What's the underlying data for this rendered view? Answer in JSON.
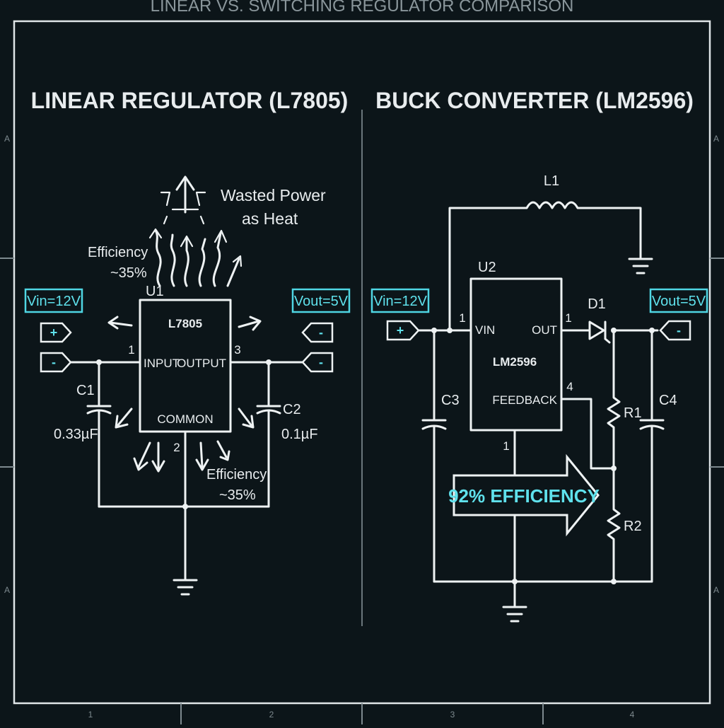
{
  "page_title": "LINEAR VS. SWITCHING REGULATOR COMPARISON",
  "border_marks": {
    "left": [
      "A",
      "A"
    ],
    "right": [
      "A",
      "A"
    ],
    "bottom": [
      "1",
      "2",
      "3",
      "4"
    ]
  },
  "linear": {
    "title": "LINEAR REGULATOR (L7805)",
    "ref": "U1",
    "part": "L7805",
    "pin_input": "INPUT",
    "pin_output": "OUTPUT",
    "pin_common": "COMMON",
    "pin_num_input": "1",
    "pin_num_output": "3",
    "pin_num_common": "2",
    "vin_label": "Vin=12V",
    "vout_label": "Vout=5V",
    "term_in_plus": "+",
    "term_in_minus": "-",
    "term_out_top": "-",
    "term_out_bottom": "-",
    "c1_name": "C1",
    "c1_value": "0.33µF",
    "c2_name": "C2",
    "c2_value": "0.1µF",
    "heat_label_line1": "Wasted Power",
    "heat_label_line2": "as Heat",
    "eff_top_line1": "Efficiency",
    "eff_top_line2": "~35%",
    "eff_bottom_line1": "Efficiency",
    "eff_bottom_line2": "~35%"
  },
  "buck": {
    "title": "BUCK CONVERTER (LM2596)",
    "ref": "U2",
    "part": "LM2596",
    "pin_vin": "VIN",
    "pin_out": "OUT",
    "pin_feedback": "FEEDBACK",
    "pin_num_vin": "1",
    "pin_num_out": "1",
    "pin_num_feedback": "4",
    "pin_num_gnd": "1",
    "vin_label": "Vin=12V",
    "vout_label": "Vout=5V",
    "term_in": "+",
    "term_out": "-",
    "inductor": "L1",
    "diode": "D1",
    "c3": "C3",
    "c4": "C4",
    "r1": "R1",
    "r2": "R2",
    "efficiency_banner": "92% EFFICIENCY"
  },
  "colors": {
    "background": "#0c1519",
    "line": "#eef2f3",
    "accent_cyan": "#5fe1ec"
  }
}
